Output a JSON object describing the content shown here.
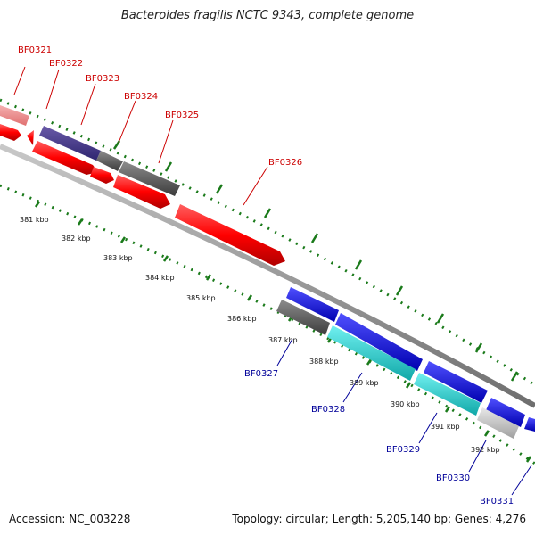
{
  "title": "Bacteroides fragilis NCTC 9343, complete genome",
  "footer": {
    "accession": "Accession: NC_003228",
    "summary": "Topology: circular; Length: 5,205,140 bp; Genes: 4,276"
  },
  "colors": {
    "forward_cds": "#ff0000",
    "reverse_cds": "#0000ff",
    "gene_label_forward": "#cc0000",
    "gene_label_reverse": "#000099",
    "backbone": "#888888",
    "tick_marks": "#1a7a1a"
  },
  "gene_labels_forward": [
    "BF0321",
    "BF0322",
    "BF0323",
    "BF0324",
    "BF0325",
    "BF0326"
  ],
  "gene_labels_reverse": [
    "BF0327",
    "BF0328",
    "BF0329",
    "BF0330",
    "BF0331"
  ],
  "kbp_labels": [
    "381 kbp",
    "382 kbp",
    "383 kbp",
    "384 kbp",
    "385 kbp",
    "386 kbp",
    "387 kbp",
    "388 kbp",
    "389 kbp",
    "390 kbp",
    "391 kbp",
    "392 kbp"
  ]
}
